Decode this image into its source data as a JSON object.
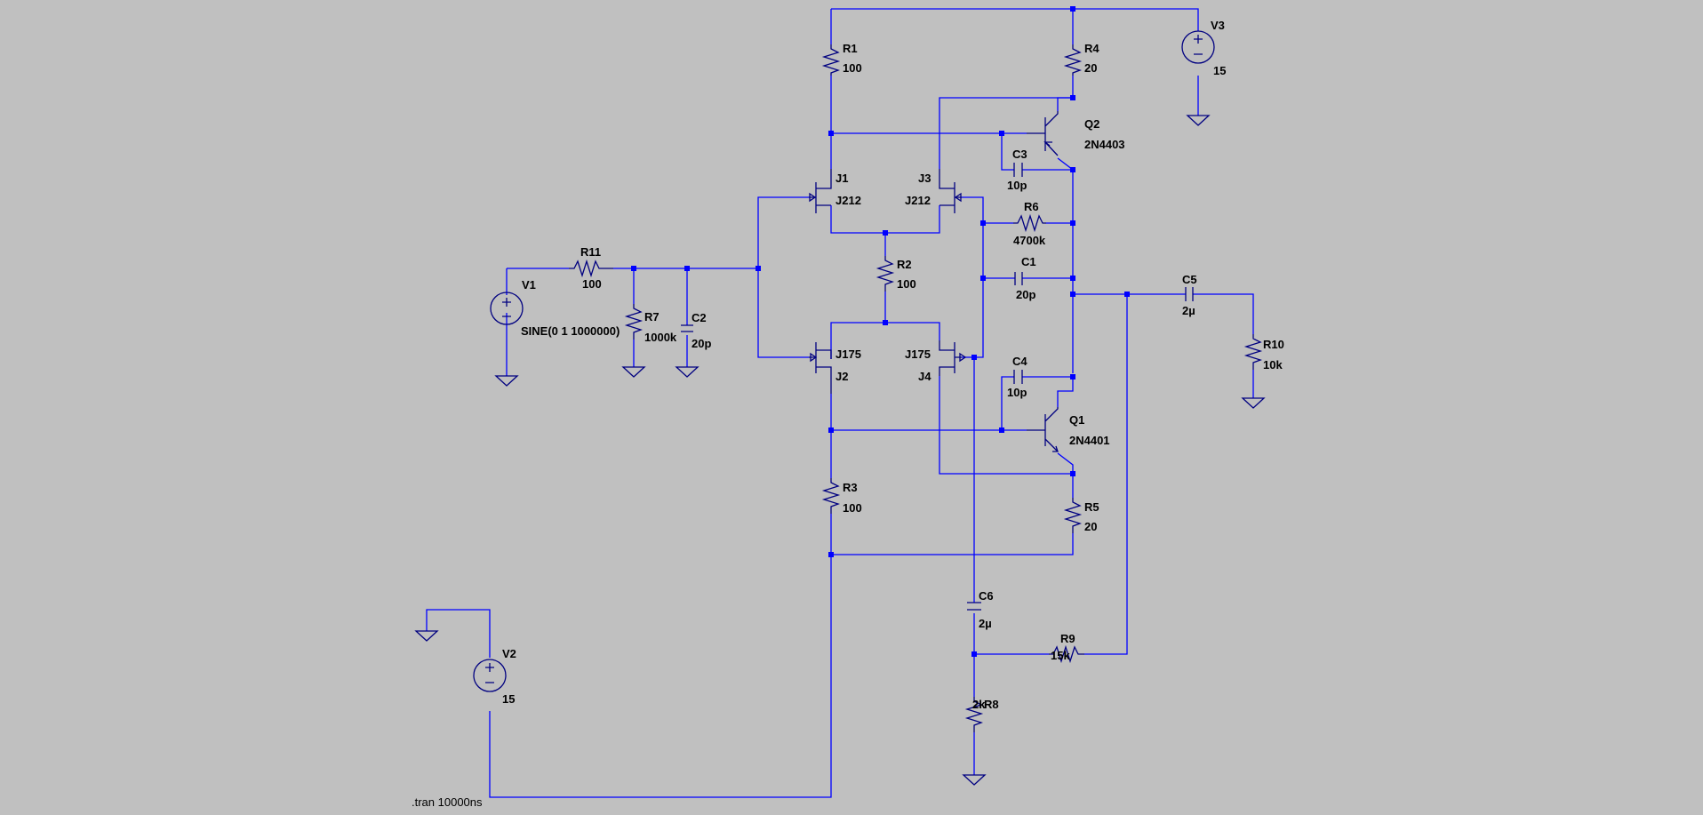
{
  "directive": ".tran 10000ns",
  "components": {
    "R1": {
      "name": "R1",
      "value": "100"
    },
    "R2": {
      "name": "R2",
      "value": "100"
    },
    "R3": {
      "name": "R3",
      "value": "100"
    },
    "R4": {
      "name": "R4",
      "value": "20"
    },
    "R5": {
      "name": "R5",
      "value": "20"
    },
    "R6": {
      "name": "R6",
      "value": "4700k"
    },
    "R7": {
      "name": "R7",
      "value": "1000k"
    },
    "R8": {
      "name": "R8",
      "value": "2k"
    },
    "R9": {
      "name": "R9",
      "value": "15k"
    },
    "R10": {
      "name": "R10",
      "value": "10k"
    },
    "R11": {
      "name": "R11",
      "value": "100"
    },
    "C1": {
      "name": "C1",
      "value": "20p"
    },
    "C2": {
      "name": "C2",
      "value": "20p"
    },
    "C3": {
      "name": "C3",
      "value": "10p"
    },
    "C4": {
      "name": "C4",
      "value": "10p"
    },
    "C5": {
      "name": "C5",
      "value": "2µ"
    },
    "C6": {
      "name": "C6",
      "value": "2µ"
    },
    "J1": {
      "name": "J1",
      "value": "J212"
    },
    "J2": {
      "name": "J2",
      "value": "J175"
    },
    "J3": {
      "name": "J3",
      "value": "J212"
    },
    "J4": {
      "name": "J4",
      "value": "J175"
    },
    "Q1": {
      "name": "Q1",
      "value": "2N4401"
    },
    "Q2": {
      "name": "Q2",
      "value": "2N4403"
    },
    "V1": {
      "name": "V1",
      "value": "SINE(0 1 1000000)"
    },
    "V2": {
      "name": "V2",
      "value": "15"
    },
    "V3": {
      "name": "V3",
      "value": "15"
    }
  }
}
